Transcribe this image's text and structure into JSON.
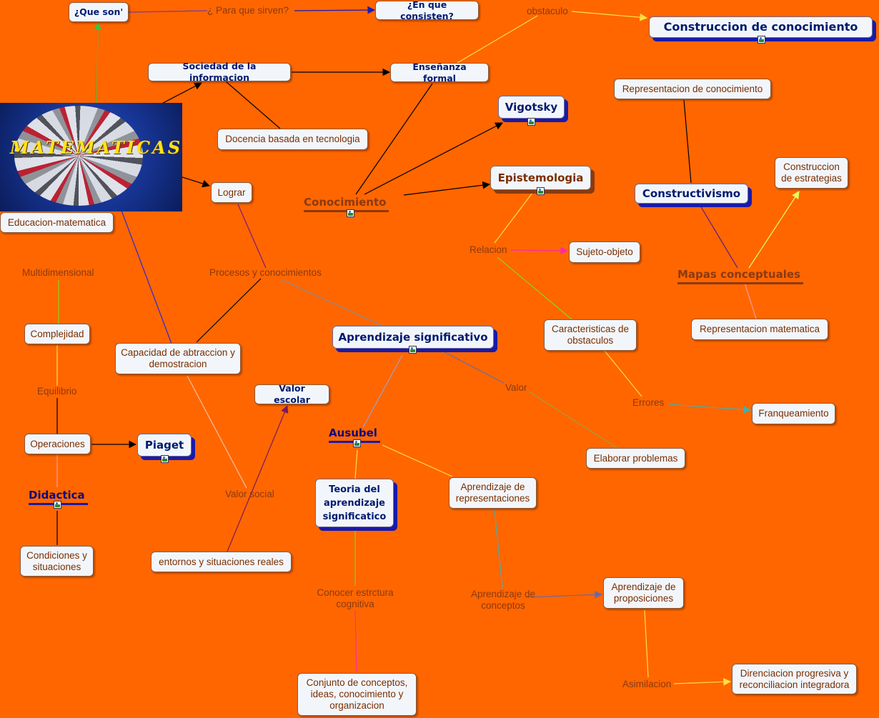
{
  "image": {
    "title": "MATEMATICAS",
    "icon": "cards-sphere-image"
  },
  "nodes": {
    "que_son": "¿Que son'",
    "en_que_consisten": "¿En que consisten?",
    "construccion_conocimiento": "Construccion de conocimiento",
    "sociedad_informacion": "Sociedad de la informacion",
    "ensenanza_formal": "Enseñanza formal",
    "vigotsky": "Vigotsky",
    "representacion_conocimiento": "Representacion de conocimiento",
    "docencia_tecnologia": "Docencia basada en tecnologia",
    "construccion_estrategias": "Construccion de estrategias",
    "epistemologia": "Epistemologia",
    "constructivismo": "Constructivismo",
    "lograr": "Lograr",
    "conocimiento": "Conocimiento",
    "educacion_matematica": "Educacion-matematica",
    "sujeto_objeto": "Sujeto-objeto",
    "mapas_conceptuales": "Mapas conceptuales",
    "representacion_matematica": "Representacion matematica",
    "complejidad": "Complejidad",
    "aprendizaje_significativo": "Aprendizaje significativo",
    "caracteristicas_obstaculos": "Caracteristicas de obstaculos",
    "capacidad_abstraccion": "Capacidad de abtraccion y demostracion",
    "valor_escolar": "Valor escolar",
    "franqueamiento": "Franqueamiento",
    "operaciones": "Operaciones",
    "piaget": "Piaget",
    "ausubel": "Ausubel",
    "elaborar_problemas": "Elaborar problemas",
    "aprendizaje_representaciones": "Aprendizaje de representaciones",
    "didactica": "Didactica",
    "teoria_aprendizaje": "Teoria del aprendizaje significatico",
    "condiciones_situaciones": "Condiciones y situaciones",
    "entornos_situaciones": "entornos y situaciones reales",
    "aprendizaje_proposiciones": "Aprendizaje de proposiciones",
    "direnciacion": "Direnciacion progresiva y reconciliacion integradora",
    "conjunto_conceptos": "Conjunto de conceptos, ideas, conocimiento y organizacion"
  },
  "labels": {
    "para_que_sirven": "¿ Para que sirven?",
    "obstaculo": "obstaculo",
    "relacion": "Relacion",
    "multidimensional": "Multidimensional",
    "procesos_conocimientos": "Procesos y conocimientos",
    "equilibrio": "Equilibrio",
    "valor": "Valor",
    "errores": "Errores",
    "valor_social": "Valor social",
    "conocer_estructura": "Conocer estrctura cognitiva",
    "aprendizaje_conceptos": "Aprendizaje de conceptos",
    "asimilacion": "Asimilacion"
  },
  "colors": {
    "background": "#ff6600",
    "node_fill": "#f2f6fb",
    "navy_text": "#001a70",
    "brown_text": "#7a2e00",
    "shadow_blue": "#1a1aa8"
  }
}
